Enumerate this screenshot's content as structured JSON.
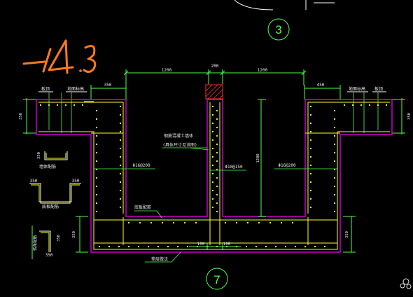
{
  "handwritten_elevation": "-14.3",
  "section_marks": {
    "top": "3",
    "bottom": "7"
  },
  "dimensions": {
    "top_left": "1200",
    "top_mid": "200",
    "top_right": "1200",
    "left_wall": "350",
    "right_wall": "450",
    "inner_height": "1200",
    "bottom_left": "100",
    "bottom_right": "100",
    "side_left_slab": "350",
    "side_right_slab": "350",
    "base_left": "350",
    "base_right": "350",
    "legend_top_a": "350",
    "legend_mid_a": "350",
    "legend_mid_b": "350",
    "legend_bottom_a": "350",
    "legend_bottom_b": "350"
  },
  "labels": {
    "ground_elev_left": "地面标高",
    "ground_elev_right": "地面标高",
    "cover_left": "板顶",
    "cover_right": "板顶",
    "rebar_left": "Φ16@200",
    "rebar_right": "Φ16@200",
    "rebar_center": "Φ10@150",
    "middle_note_1": "钢筋混凝土墙体",
    "middle_note_2": "(具体尺寸见详图)",
    "inner_bottom": "底板配筋",
    "outer_bottom": "垫层做法",
    "legend_1": "墙体配筋",
    "legend_2": "底板配筋",
    "legend_3": "转角配筋"
  }
}
